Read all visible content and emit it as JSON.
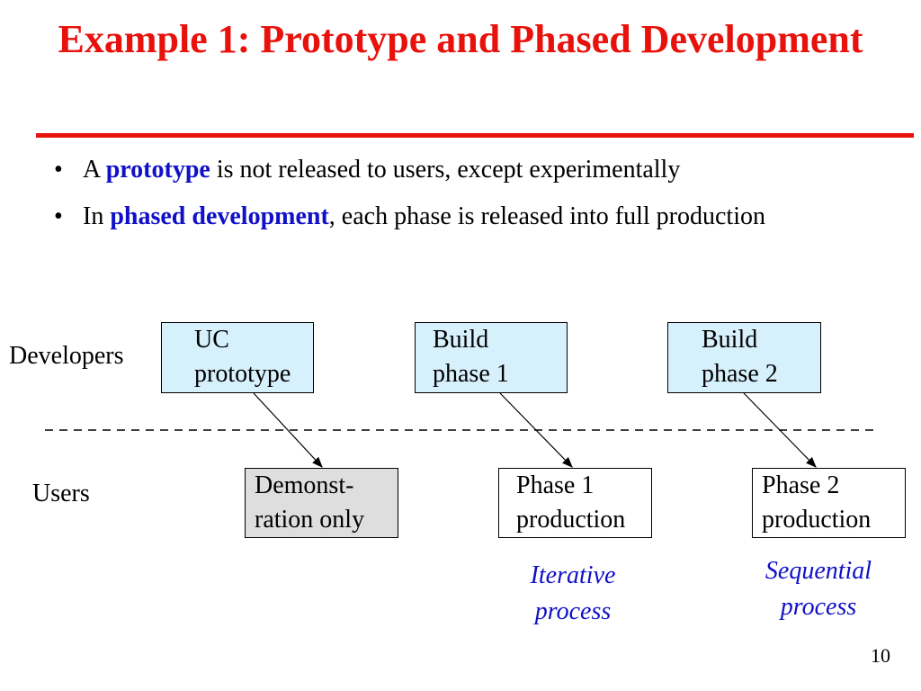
{
  "slide": {
    "title": "Example 1:  Prototype and Phased Development",
    "page_number": "10"
  },
  "bullets": [
    {
      "marker": "•",
      "before": "A ",
      "keyword": "prototype",
      "after": " is not released to users, except experimentally"
    },
    {
      "marker": "•",
      "before": "In ",
      "keyword": "phased development",
      "after": ", each phase is released into full production"
    }
  ],
  "diagram": {
    "row_labels": {
      "developers": "Developers",
      "users": "Users"
    },
    "developer_boxes": [
      {
        "line1": "UC",
        "line2": "prototype"
      },
      {
        "line1": "Build",
        "line2": "phase 1"
      },
      {
        "line1": "Build",
        "line2": "phase 2"
      }
    ],
    "user_boxes": [
      {
        "line1": "Demonst-",
        "line2": "ration only"
      },
      {
        "line1": "Phase 1",
        "line2": "production"
      },
      {
        "line1": "Phase 2",
        "line2": "production"
      }
    ],
    "notes": {
      "iterative": {
        "line1": "Iterative",
        "line2": "process"
      },
      "sequential": {
        "line1": "Sequential",
        "line2": "process"
      }
    },
    "colors": {
      "title": "#e8120c",
      "keyword": "#1010c8",
      "developer_box_fill": "#d6f0fc",
      "demo_box_fill": "#dedede"
    }
  }
}
